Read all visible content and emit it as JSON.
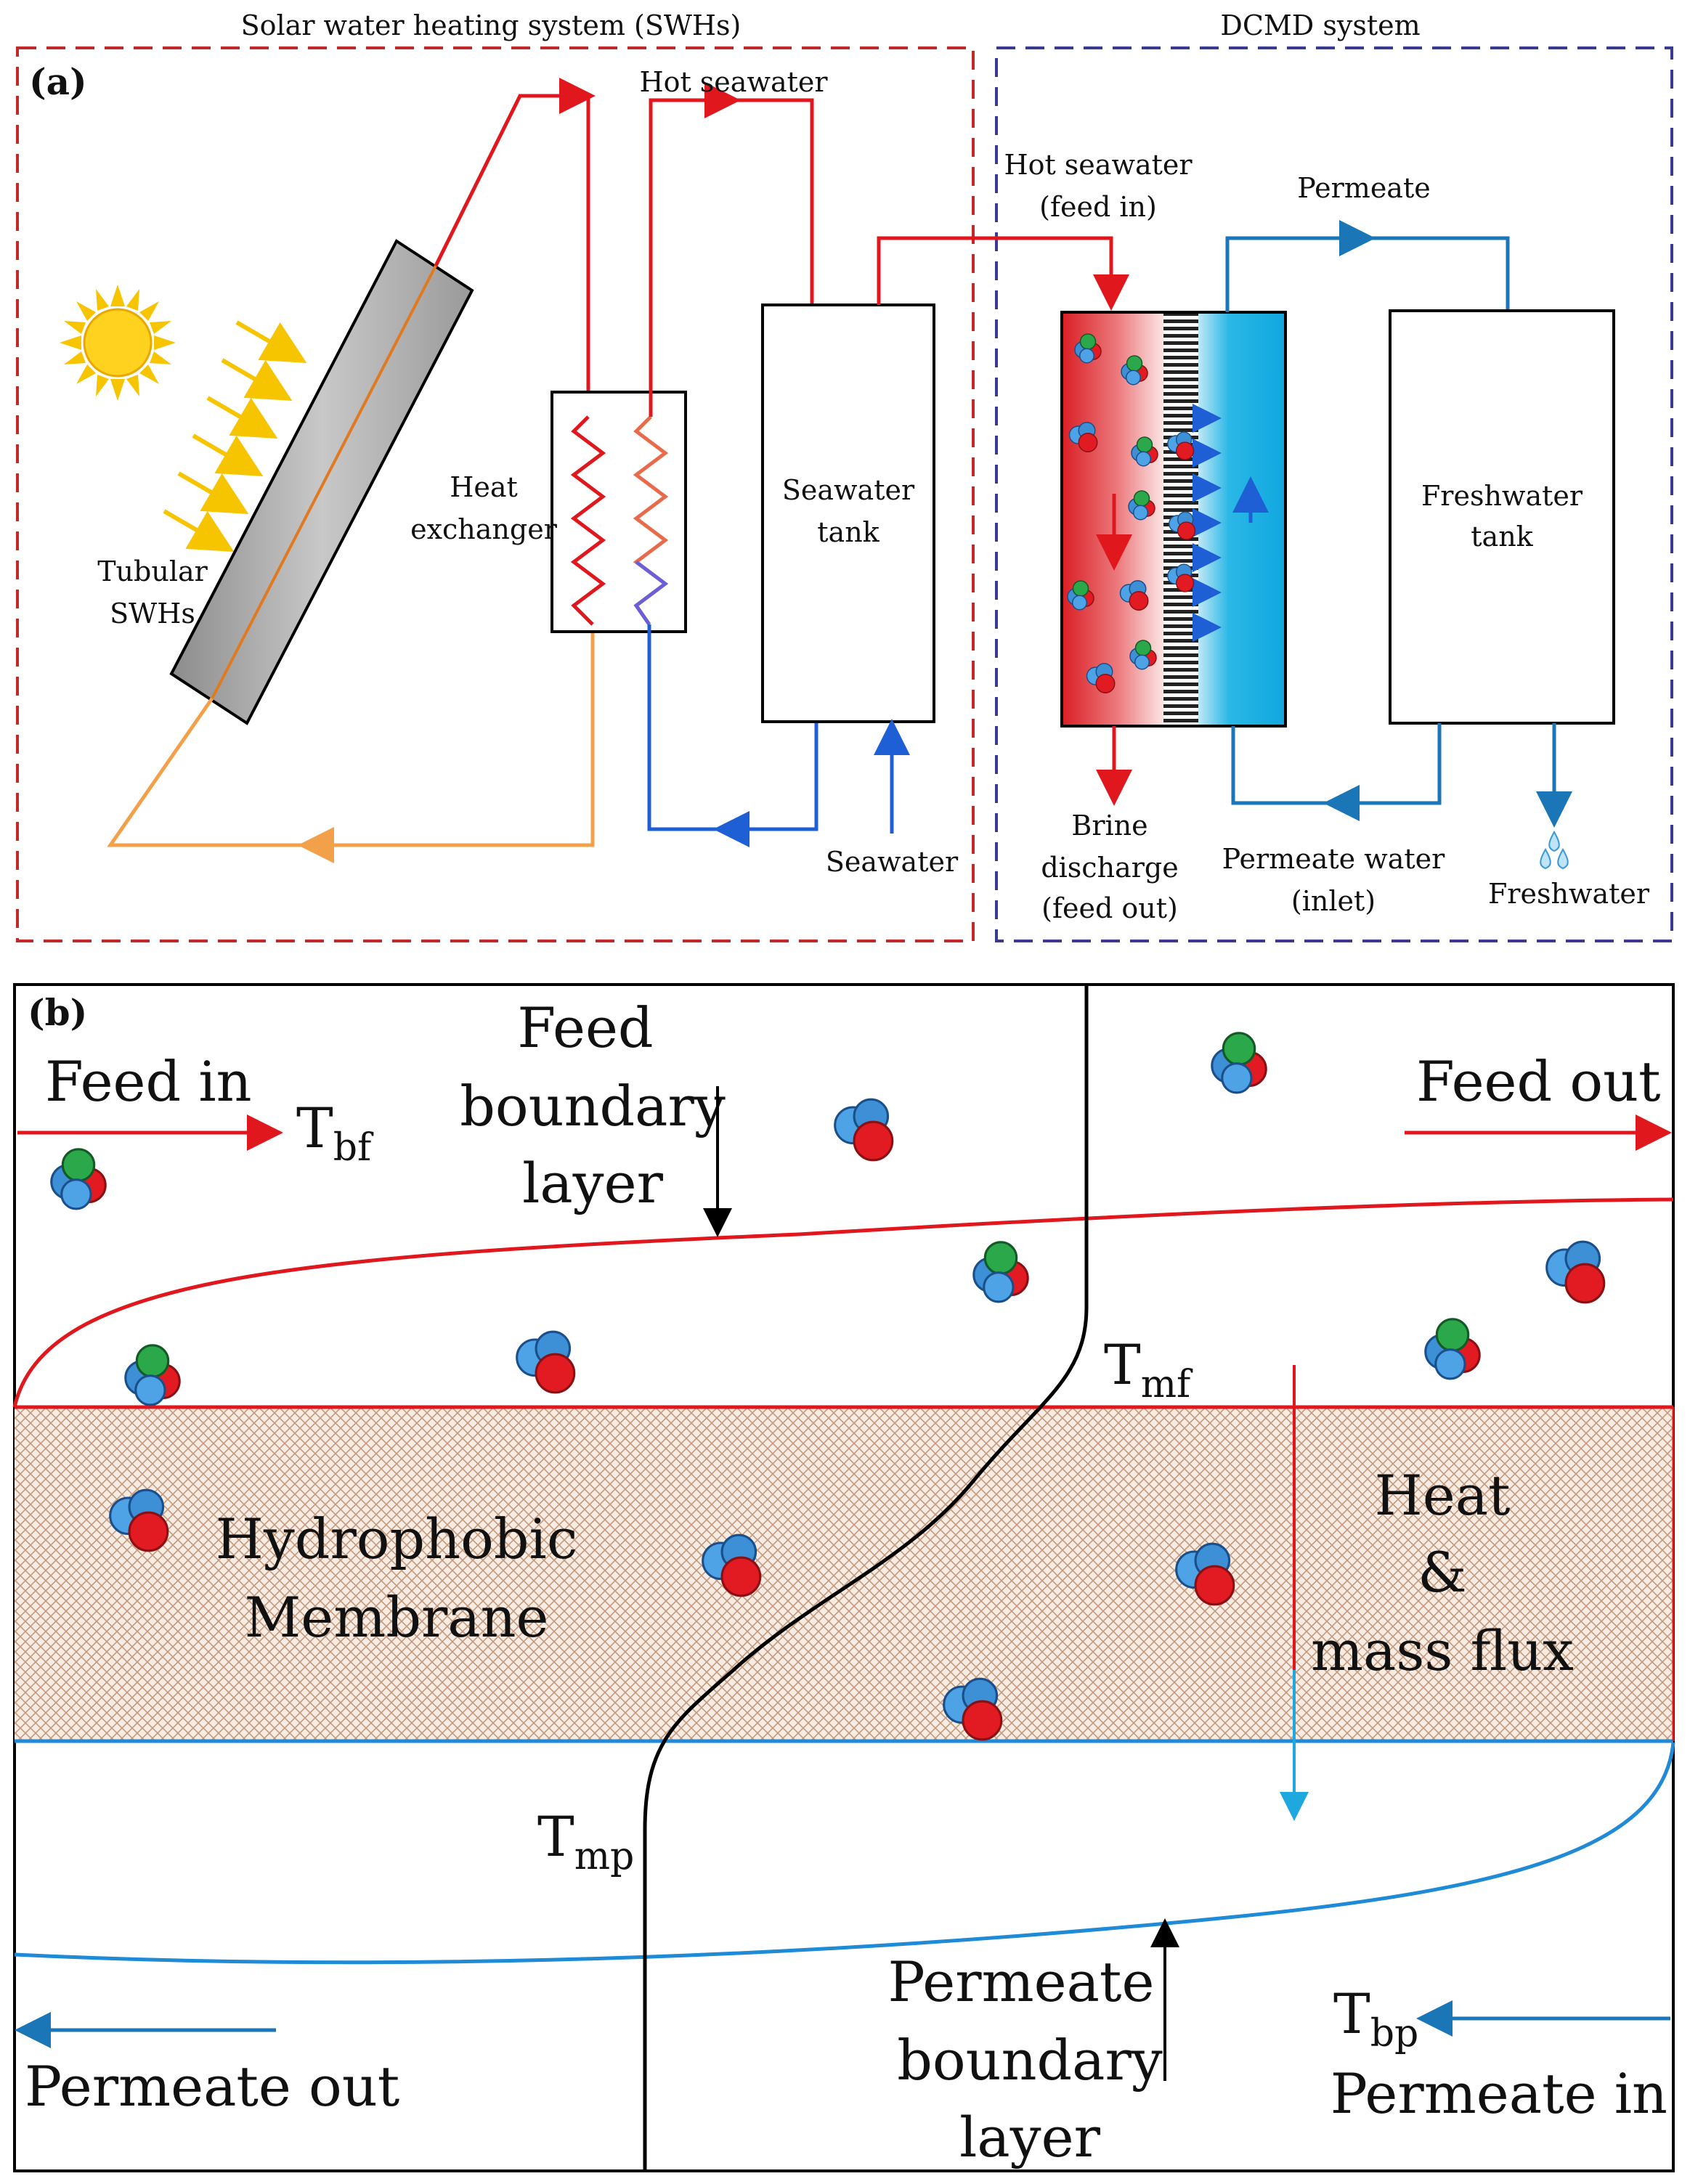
{
  "panel_a": {
    "tag": "(a)",
    "swh_section_title": "Solar water heating system (SWHs)",
    "dcmd_section_title": "DCMD system",
    "tubular_label_1": "Tubular",
    "tubular_label_2": "SWHs",
    "heat_exchanger_1": "Heat",
    "heat_exchanger_2": "exchanger",
    "hot_seawater": "Hot seawater",
    "seawater_tank_1": "Seawater",
    "seawater_tank_2": "tank",
    "seawater_inlet": "Seawater",
    "feed_in_1": "Hot seawater",
    "feed_in_2": "(feed in)",
    "permeate": "Permeate",
    "freshwater_tank_1": "Freshwater",
    "freshwater_tank_2": "tank",
    "brine_1": "Brine",
    "brine_2": "discharge",
    "brine_3": "(feed out)",
    "permeate_water_1": "Permeate water",
    "permeate_water_2": "(inlet)",
    "freshwater_out": "Freshwater"
  },
  "panel_b": {
    "tag": "(b)",
    "feed_in": "Feed in",
    "feed_out": "Feed out",
    "t_bf_main": "T",
    "t_bf_sub": "bf",
    "t_mf_main": "T",
    "t_mf_sub": "mf",
    "t_mp_main": "T",
    "t_mp_sub": "mp",
    "t_bp_main": "T",
    "t_bp_sub": "bp",
    "feed_boundary_1": "Feed",
    "feed_boundary_2": "boundary",
    "feed_boundary_3": "layer",
    "membrane_1": "Hydrophobic",
    "membrane_2": "Membrane",
    "flux_1": "Heat",
    "flux_2": "&",
    "flux_3": "mass flux",
    "permeate_boundary_1": "Permeate",
    "permeate_boundary_2": "boundary",
    "permeate_boundary_3": "layer",
    "permeate_out": "Permeate out",
    "permeate_in": "Permeate in"
  },
  "colors": {
    "hot": "#e0171d",
    "cold": "#1f5fd6",
    "permeate_line": "#1b76b8",
    "warm_return": "#f2a04a",
    "membrane_fill": "#c9a58a",
    "feed_channel": "#d91e24",
    "permeate_channel": "#1fb2e4",
    "sun": "#f7c400",
    "swh_box": "#c22a2a",
    "dcmd_box": "#3a3a92"
  },
  "icons": [
    "sun-icon",
    "water-molecule-icon",
    "droplet-icon"
  ]
}
